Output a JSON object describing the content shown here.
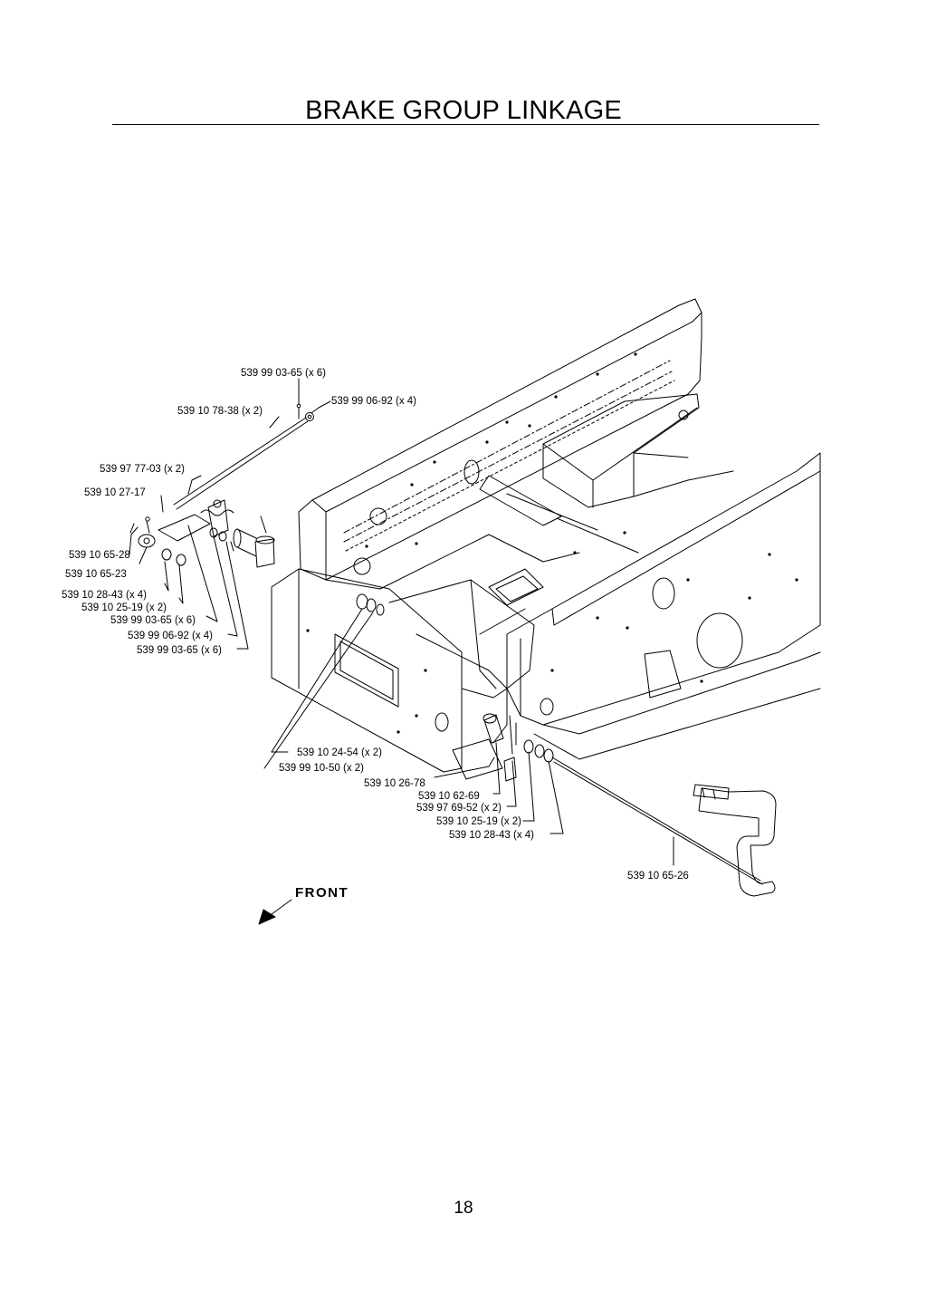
{
  "title": "BRAKE GROUP LINKAGE",
  "page_number": "18",
  "front_label": "FRONT",
  "callouts": {
    "c_rod_pin_upper": "539 99 03-65",
    "c_rod_pin_upper_qty": "(x 6)",
    "c_washer_upper": "539 99 06-92",
    "c_washer_upper_qty": "(x 4)",
    "c_rod_main": "539 10 78-38",
    "c_rod_main_qty": "(x 2)",
    "c_clevis": "539 97 77-03",
    "c_clevis_qty": "(x 2)",
    "c_pin": "539 10 27-17",
    "c_link_upper": "539 10 65-28",
    "c_link_lower": "539 10 65-23",
    "c_bushing_left": "539 10 28-43",
    "c_bushing_left_qty": "(x 4)",
    "c_spacer_left": "539 10 25-19",
    "c_spacer_left_qty": "(x 2)",
    "c_cotter_a": "539 99 03-65",
    "c_cotter_a_qty": "(x 6)",
    "c_washer_left": "539 99 06-92",
    "c_washer_left_qty": "(x 4)",
    "c_cotter_b": "539 99 03-65",
    "c_cotter_b_qty": "(x 6)",
    "c_shaft": "539 10 24-54",
    "c_shaft_qty": "(x 2)",
    "c_bolt": "539 99 10-50",
    "c_bolt_qty": "(x 2)",
    "c_bracket": "539 10 26-78",
    "c_arm": "539 10 62-69",
    "c_nut_right": "539 97 69-52",
    "c_nut_right_qty": "(x 2)",
    "c_spacer_right": "539 10 25-19",
    "c_spacer_right_qty": "(x 2)",
    "c_bushing_right": "539 10 28-43",
    "c_bushing_right_qty": "(x 4)",
    "c_pedal": "539 10 65-26"
  }
}
